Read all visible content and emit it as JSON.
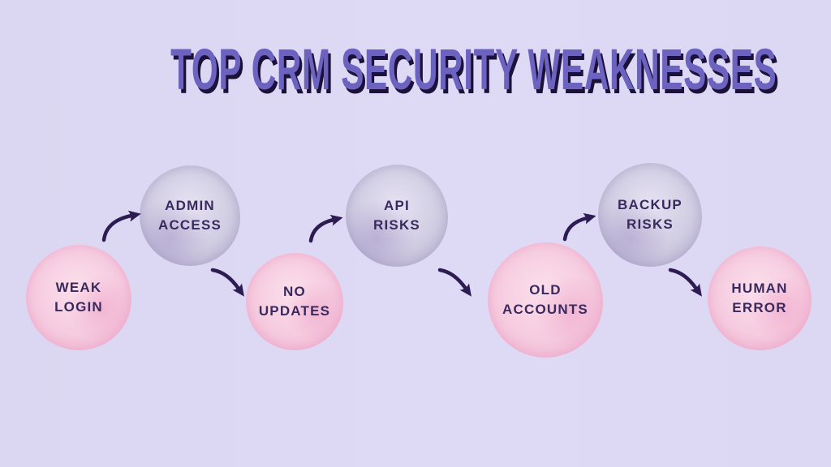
{
  "title": "TOP CRM SECURITY WEAKNESSES",
  "colors": {
    "background": "#dcd8f4",
    "title_fill": "#6c63c0",
    "title_shadow": "#1c1138",
    "node_text": "#392a5e",
    "arrow": "#2d1c52",
    "pink_node": "#f6cbdf",
    "purple_node": "#d0cce2"
  },
  "nodes": [
    {
      "line1": "WEAK",
      "line2": "LOGIN",
      "variant": "pink"
    },
    {
      "line1": "ADMIN",
      "line2": "ACCESS",
      "variant": "purple"
    },
    {
      "line1": "NO",
      "line2": "UPDATES",
      "variant": "pink"
    },
    {
      "line1": "API",
      "line2": "RISKS",
      "variant": "purple"
    },
    {
      "line1": "OLD",
      "line2": "ACCOUNTS",
      "variant": "pink"
    },
    {
      "line1": "BACKUP",
      "line2": "RISKS",
      "variant": "purple"
    },
    {
      "line1": "HUMAN",
      "line2": "ERROR",
      "variant": "pink"
    }
  ],
  "arrows": [
    {
      "from": "WEAK LOGIN",
      "to": "ADMIN ACCESS",
      "direction": "up"
    },
    {
      "from": "ADMIN ACCESS",
      "to": "NO UPDATES",
      "direction": "down"
    },
    {
      "from": "NO UPDATES",
      "to": "API RISKS",
      "direction": "up"
    },
    {
      "from": "API RISKS",
      "to": "OLD ACCOUNTS",
      "direction": "down"
    },
    {
      "from": "OLD ACCOUNTS",
      "to": "BACKUP RISKS",
      "direction": "up"
    },
    {
      "from": "BACKUP RISKS",
      "to": "HUMAN ERROR",
      "direction": "down"
    }
  ]
}
